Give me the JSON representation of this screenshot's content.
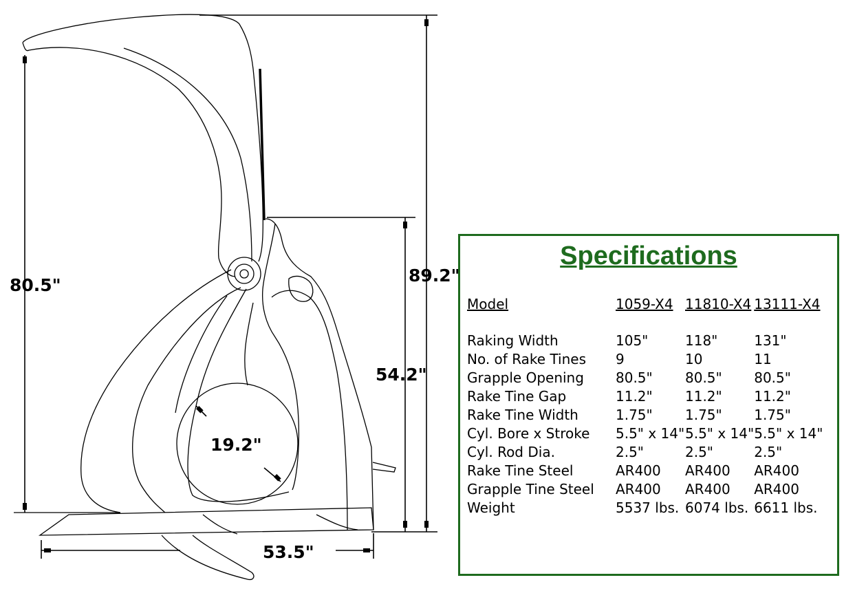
{
  "dimensions": {
    "height_overall": "89.2\"",
    "height_left": "80.5\"",
    "height_frame": "54.2\"",
    "cylinder_opening": "19.2\"",
    "depth": "53.5\""
  },
  "specifications": {
    "title": "Specifications",
    "header": [
      "Model",
      "1059-X4",
      "11810-X4",
      "13111-X4"
    ],
    "rows": [
      {
        "label": "Raking Width",
        "values": [
          "105\"",
          "118\"",
          "131\""
        ]
      },
      {
        "label": "No. of Rake Tines",
        "values": [
          "9",
          "10",
          "11"
        ]
      },
      {
        "label": "Grapple Opening",
        "values": [
          "80.5\"",
          "80.5\"",
          "80.5\""
        ]
      },
      {
        "label": "Rake Tine Gap",
        "values": [
          "11.2\"",
          "11.2\"",
          "11.2\""
        ]
      },
      {
        "label": "Rake Tine Width",
        "values": [
          "1.75\"",
          "1.75\"",
          "1.75\""
        ]
      },
      {
        "label": "Cyl. Bore x Stroke",
        "values": [
          "5.5\" x 14\"",
          "5.5\" x 14\"",
          "5.5\" x 14\""
        ]
      },
      {
        "label": "Cyl. Rod Dia.",
        "values": [
          "2.5\"",
          "2.5\"",
          "2.5\""
        ]
      },
      {
        "label": "Rake Tine Steel",
        "values": [
          "AR400",
          "AR400",
          "AR400"
        ]
      },
      {
        "label": "Grapple Tine Steel",
        "values": [
          "AR400",
          "AR400",
          "AR400"
        ]
      },
      {
        "label": "Weight",
        "values": [
          "5537 lbs.",
          "6074 lbs.",
          "6611 lbs."
        ]
      }
    ]
  },
  "colors": {
    "accent_green": "#1e6b1e",
    "line": "#000000"
  }
}
